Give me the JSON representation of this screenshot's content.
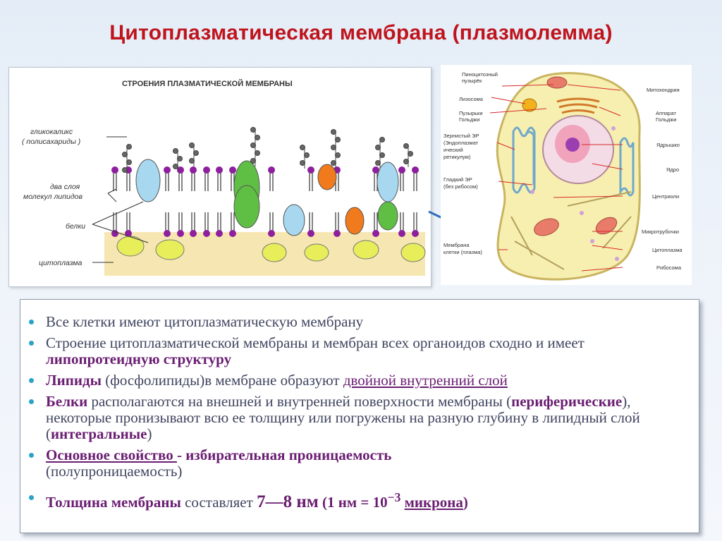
{
  "slide": {
    "title": "Цитоплазматическая   мембрана (плазмолемма)"
  },
  "membrane_figure": {
    "heading": "СТРОЕНИЯ ПЛАЗМАТИЧЕСКОЙ МЕМБРАНЫ",
    "labels": {
      "glycocalyx_line1": "гликокаликс",
      "glycocalyx_line2": "( полисахариды )",
      "bilayer_line1": "два слоя",
      "bilayer_line2": "молекул липидов",
      "proteins": "белки",
      "cytoplasm": "цитоплазма"
    }
  },
  "cell_figure": {
    "left_labels": {
      "pinocytic_1": "Пиноцитозный",
      "pinocytic_2": "пузырёк",
      "lysosome": "Лизосома",
      "golgi_vesicles_1": "Пузырьки",
      "golgi_vesicles_2": "Гольджи",
      "rough_er_1": "Зернистый ЭР",
      "rough_er_2": "(Эндоплазмат",
      "rough_er_3": "ический",
      "rough_er_4": "ретикулум)",
      "smooth_er_1": "Гладкий ЭР",
      "smooth_er_2": "(без рибосом)",
      "membrane_1": "Мембрана",
      "membrane_2": "клетки (плазма)"
    },
    "right_labels": {
      "mitochondria": "Митохондрия",
      "golgi_1": "Аппарат",
      "golgi_2": "Гольджи",
      "nucleolus": "Ядрышко",
      "nucleus": "Ядро",
      "centrioles": "Центриоли",
      "microtubules": "Микротрубочки",
      "cytoplasm": "Цитоплазма",
      "ribosome": "Рибосома"
    }
  },
  "bullets": {
    "b1": "Все клетки имеют цитоплазматическую мембрану",
    "b2_a": "Строение цитоплазматической мембраны  и мембран всех органоидов сходно и имеет ",
    "b2_b": "липопротеидную структуру",
    "b3_a": "Липиды",
    "b3_b": " (фосфолипиды)в мембране образуют ",
    "b3_c": "двойной внутренний слой",
    "b4_a": "Белки",
    "b4_b": "  располагаются на внешней и внутренней поверхности мембраны (",
    "b4_c": "периферические",
    "b4_d": "), некоторые пронизывают всю ее толщину или погружены на разную глубину в липидный слой (",
    "b4_e": "интегральные",
    "b4_f": ")",
    "b5_a": "Основное свойство ",
    "b5_b": "- избирательная проницаемость",
    "b5_c": "(полупроницаемость)",
    "b6_a": "Толщина мембраны",
    "b6_b": " составляет ",
    "b6_c": "7—8 нм",
    "b6_d": "  (1 нм = 10",
    "b6_e": "−3",
    "b6_f": " ",
    "b6_g": "микрона",
    "b6_h": ")"
  },
  "colors": {
    "title": "#c0141c",
    "accent_purple": "#6a1e72",
    "bullet": "#2ba3c8",
    "body_text": "#404560",
    "lipid_head": "#8e1f9e",
    "protein_blue": "#a8d8f0",
    "protein_green": "#5fbf45",
    "protein_orange": "#f07a1c",
    "protein_yellow": "#e8ee5a",
    "arrow_blue": "#2e6fc0"
  }
}
